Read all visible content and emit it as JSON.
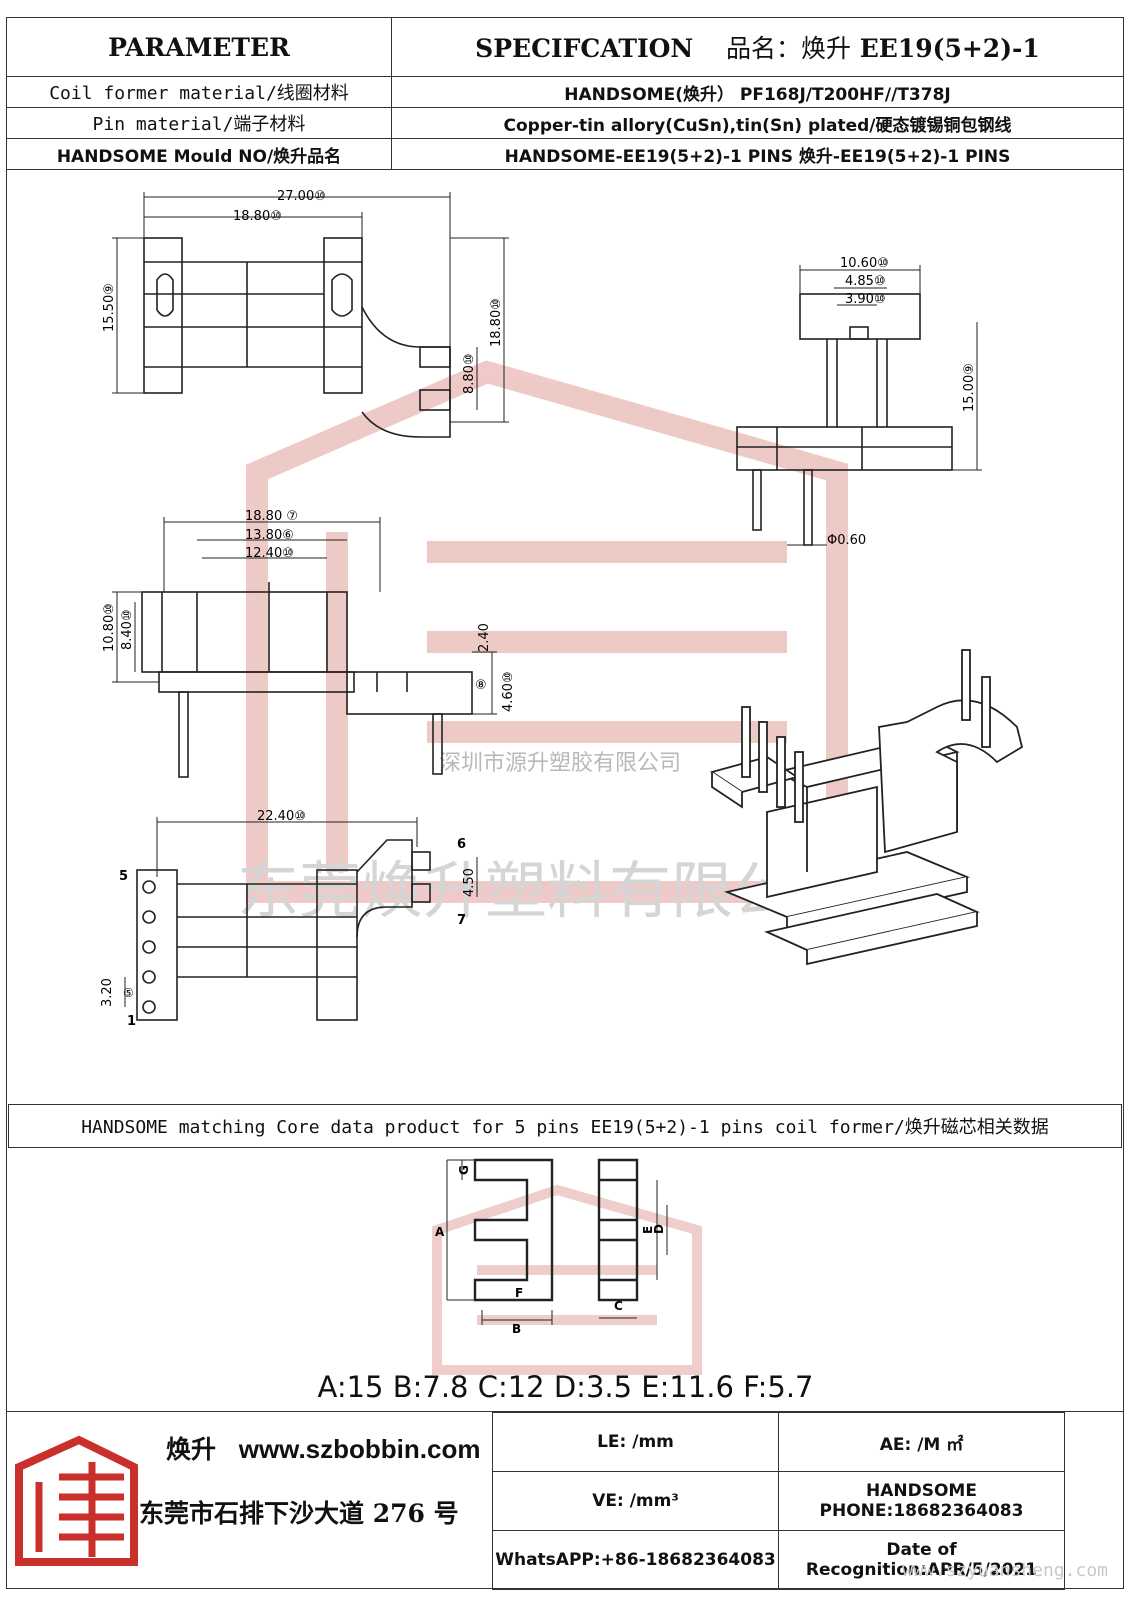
{
  "header": {
    "parameter": "PARAMETER",
    "specification": "SPECIFCATION",
    "product_name_label": "品名：焕升",
    "product_name": "EE19(5+2)-1"
  },
  "rows": [
    {
      "label": "Coil former material/线圈材料",
      "value": "HANDSOME(焕升）  PF168J/T200HF//T378J"
    },
    {
      "label": "Pin material/端子材料",
      "value": "Copper-tin allory(CuSn),tin(Sn) plated/硬态镀锡铜包钢线"
    },
    {
      "label": "HANDSOME Mould NO/焕升品名",
      "value": "HANDSOME-EE19(5+2)-1 PINS   焕升-EE19(5+2)-1 PINS"
    }
  ],
  "drawing": {
    "dims": {
      "top_width": "27.00⑩",
      "top_inner": "18.80⑩",
      "top_left_height": "15.50⑨",
      "top_right_height": "18.80⑩",
      "top_pin_gap": "8.80⑩",
      "side_width": "10.60⑩",
      "side_mid": "4.85⑩",
      "side_inner": "3.90⑩",
      "side_height": "15.00⑨",
      "pin_dia": "Φ0.60",
      "front_w1": "18.80 ⑦",
      "front_w2": "13.80⑥",
      "front_w3": "12.40⑩",
      "front_h1": "10.80⑩",
      "front_h2": "8.40⑩",
      "front_h3": "2.40",
      "front_h4": "4.60⑩",
      "front_mark": "⑧",
      "bottom_width": "22.40⑩",
      "bottom_pin_gap": "4.50",
      "bottom_pin_pitch": "3.20",
      "pitch_mark": "⑤"
    },
    "pin_labels": [
      "5",
      "1",
      "6",
      "7"
    ],
    "watermark_small": "深圳市源升塑胶有限公司",
    "watermark_large": "东莞焕升塑料有限公司"
  },
  "matching": {
    "title": "HANDSOME matching Core data  product for 5 pins EE19(5+2)-1 pins coil former/焕升磁芯相关数据"
  },
  "core": {
    "labels": [
      "A",
      "B",
      "C",
      "D",
      "E",
      "F",
      "G"
    ],
    "data_line": "A:15 B:7.8 C:12 D:3.5 E:11.6 F:5.7"
  },
  "footer": {
    "brand": "焕升",
    "website": "www.szbobbin.com",
    "address": "东莞市石排下沙大道 276 号",
    "le": "LE: /mm",
    "ae": "AE: /M ㎡",
    "ve": "VE: /mm³",
    "phone": "HANDSOME PHONE:18682364083",
    "whatsapp": "WhatsAPP:+86-18682364083",
    "date": "Date of Recognition:APR/5/2021",
    "watermark_url": "www.szyuansheng.com"
  },
  "colors": {
    "line": "#222222",
    "watermark_red": "#e8b4b0",
    "logo_red": "#c9302c"
  }
}
